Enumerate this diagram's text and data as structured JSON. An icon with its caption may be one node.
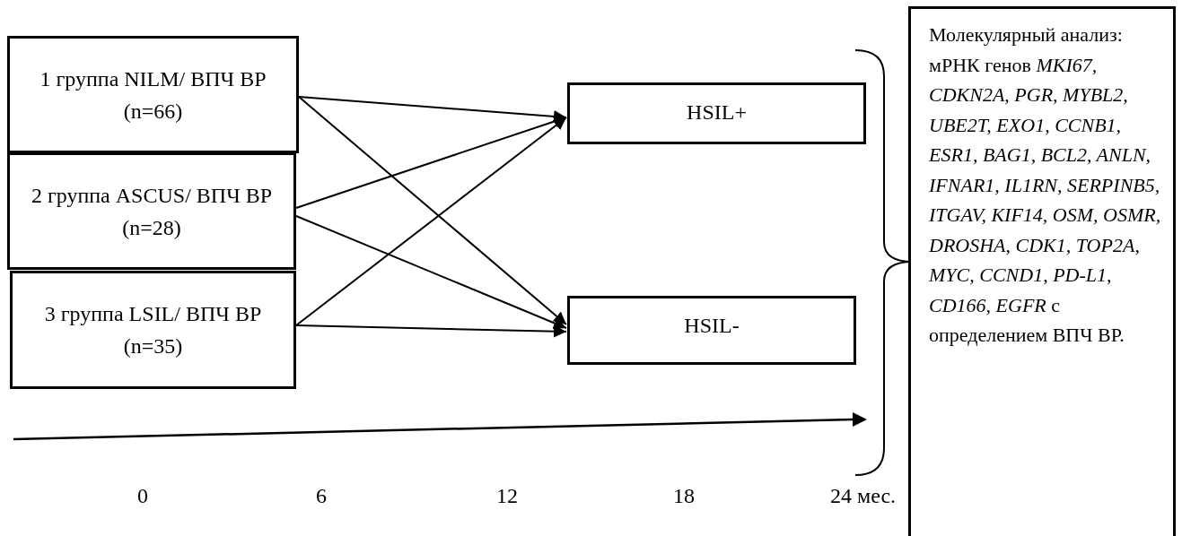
{
  "diagram": {
    "nodes": [
      {
        "text": [
          "1 группа NILM/ ВПЧ ВР (n=66)"
        ]
      },
      {
        "text": [
          "2 группа ASCUS/ ВПЧ ВР (n=28)"
        ]
      },
      {
        "text": [
          "3 группа LSIL/ ВПЧ ВР (n=35)"
        ]
      },
      {
        "text": [
          "HSIL+"
        ]
      },
      {
        "text": [
          "HSIL-"
        ]
      },
      {
        "text": [
          "Молекулярный анализ: мРНК генов *MKI67, CDKN2A, PGR, MYBL2, UBE2T, EXO1, CCNB1, ESR1, BAG1, BCL2, ANLN, IFNAR1, IL1RN, SERPINB5, ITGAV, KIF14, OSM, OSMR, DROSHA, CDK1, TOP2A, MYC, CCND1, PD-L1, CD166, EGFR* с определением ВПЧ ВР."
        ]
      }
    ],
    "edges": [
      {
        "from": 0,
        "to": 3,
        "arrow": "to"
      },
      {
        "from": 0,
        "to": 4,
        "arrow": "to"
      },
      {
        "from": 1,
        "to": 3,
        "arrow": "to"
      },
      {
        "from": 1,
        "to": 4,
        "arrow": "to"
      },
      {
        "from": 2,
        "to": 3,
        "arrow": "to"
      },
      {
        "from": 2,
        "to": 4,
        "arrow": "to"
      }
    ],
    "labels": [
      "0",
      "6",
      "12",
      "18",
      "24 мес."
    ]
  }
}
